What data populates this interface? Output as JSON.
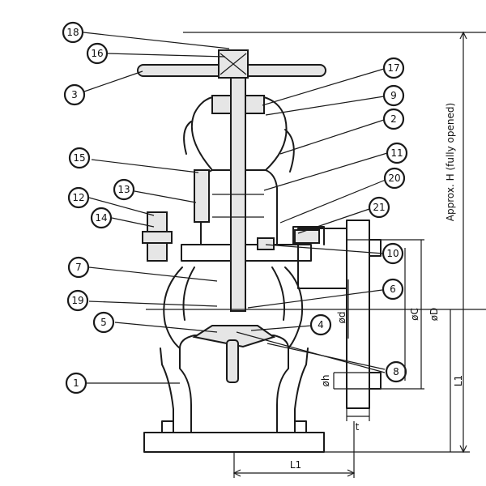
{
  "callouts": [
    "18",
    "16",
    "3",
    "17",
    "9",
    "2",
    "15",
    "13",
    "11",
    "20",
    "12",
    "14",
    "21",
    "10",
    "7",
    "6",
    "19",
    "4",
    "5",
    "8",
    "1"
  ],
  "dimensions": {
    "height": "Approx. H (fully opened)",
    "l1_bottom": "L1",
    "l1_side": "L1",
    "phi_c": "øC",
    "phi_d": "øD",
    "phi_d_small": "ød",
    "phi_h": "øh",
    "t": "t"
  }
}
